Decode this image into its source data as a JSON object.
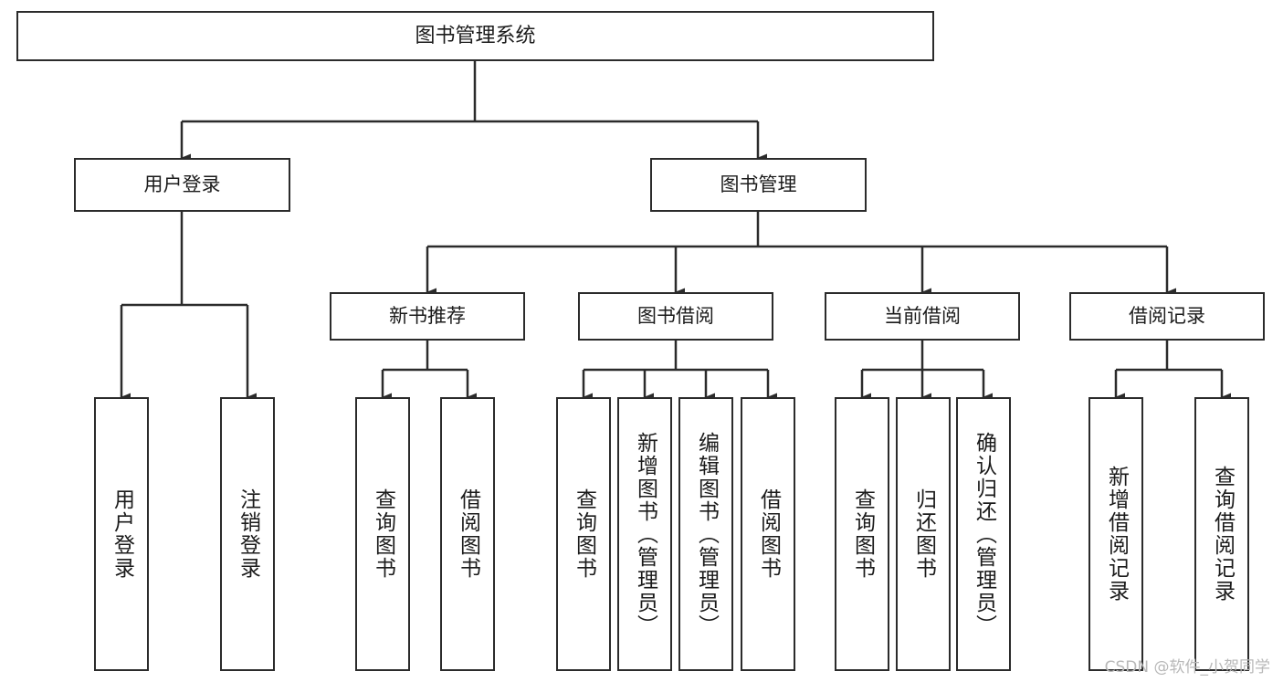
{
  "diagram": {
    "title": "图书管理系统",
    "type": "hierarchy-tree",
    "watermark": "CSDN @软件_小贺同学",
    "colors": {
      "border": "#2b2b2b",
      "background": "#ffffff",
      "text": "#1b1b1b",
      "connector": "#2b2b2b",
      "watermark": "#b8b8b8"
    },
    "levels": {
      "root": "图书管理系统",
      "level2": [
        "用户登录",
        "图书管理"
      ],
      "level3": [
        "新书推荐",
        "图书借阅",
        "当前借阅",
        "借阅记录"
      ]
    },
    "nodes": {
      "root": {
        "label": "图书管理系统"
      },
      "user_login": {
        "label": "用户登录"
      },
      "book_manage": {
        "label": "图书管理"
      },
      "new_book_rec": {
        "label": "新书推荐"
      },
      "book_borrow": {
        "label": "图书借阅"
      },
      "current_borrow": {
        "label": "当前借阅"
      },
      "borrow_record": {
        "label": "借阅记录"
      },
      "leaf_user_login": {
        "label": "用户登录"
      },
      "leaf_logout": {
        "label": "注销登录"
      },
      "leaf_query_book_1": {
        "label": "查询图书"
      },
      "leaf_borrow_book_1": {
        "label": "借阅图书"
      },
      "leaf_query_book_2": {
        "label": "查询图书"
      },
      "leaf_add_book_admin": {
        "label": "新增图书（管理员）"
      },
      "leaf_edit_book_admin": {
        "label": "编辑图书（管理员）"
      },
      "leaf_borrow_book_2": {
        "label": "借阅图书"
      },
      "leaf_query_book_3": {
        "label": "查询图书"
      },
      "leaf_return_book": {
        "label": "归还图书"
      },
      "leaf_confirm_return_admin": {
        "label": "确认归还（管理员）"
      },
      "leaf_add_record": {
        "label": "新增借阅记录"
      },
      "leaf_query_record": {
        "label": "查询借阅记录"
      }
    }
  }
}
